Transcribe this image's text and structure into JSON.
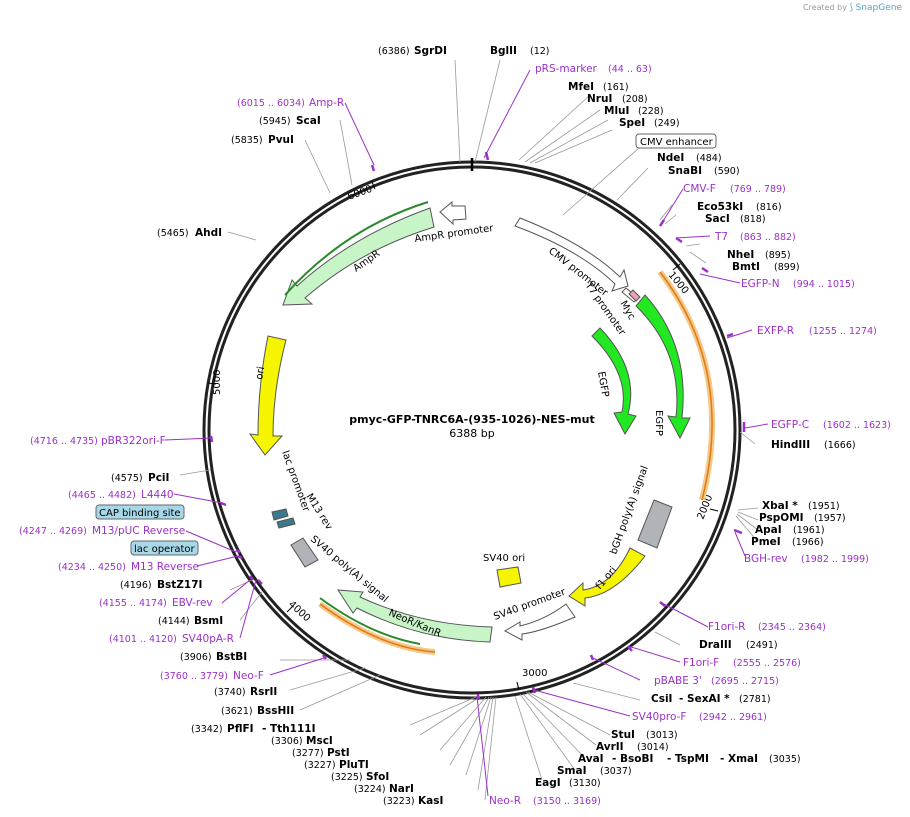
{
  "credit": {
    "prefix": "Created by",
    "brand": "SnapGene"
  },
  "plasmid": {
    "name": "pmyc-GFP-TNRC6A-(935-1026)-NES-mut",
    "size_label": "6388 bp"
  },
  "ticks": [
    "1000",
    "2000",
    "3000",
    "4000",
    "5000",
    "6000"
  ],
  "sites": [
    {
      "name": "SgrDI",
      "pos": "(6386)"
    },
    {
      "name": "BglII",
      "pos": "(12)"
    },
    {
      "name": "MfeI",
      "pos": "(161)"
    },
    {
      "name": "NruI",
      "pos": "(208)"
    },
    {
      "name": "MluI",
      "pos": "(228)"
    },
    {
      "name": "SpeI",
      "pos": "(249)"
    },
    {
      "name": "NdeI",
      "pos": "(484)"
    },
    {
      "name": "SnaBI",
      "pos": "(590)"
    },
    {
      "name": "Eco53kI",
      "pos": "(816)"
    },
    {
      "name": "SacI",
      "pos": "(818)"
    },
    {
      "name": "NheI",
      "pos": "(895)"
    },
    {
      "name": "BmtI",
      "pos": "(899)"
    },
    {
      "name": "HindIII",
      "pos": "(1666)"
    },
    {
      "name": "XbaI *",
      "pos": "(1951)"
    },
    {
      "name": "PspOMI",
      "pos": "(1957)"
    },
    {
      "name": "ApaI",
      "pos": "(1961)"
    },
    {
      "name": "PmeI",
      "pos": "(1966)"
    },
    {
      "name": "DraIII",
      "pos": "(2491)"
    },
    {
      "name": "CsiI",
      "pos": ""
    },
    {
      "name": "- SexAI *",
      "pos": "(2781)"
    },
    {
      "name": "StuI",
      "pos": "(3013)"
    },
    {
      "name": "AvrII",
      "pos": "(3014)"
    },
    {
      "name": "AvaI",
      "pos": ""
    },
    {
      "name": "- BsoBI",
      "pos": ""
    },
    {
      "name": "- TspMI",
      "pos": ""
    },
    {
      "name": "- XmaI",
      "pos": "(3035)"
    },
    {
      "name": "SmaI",
      "pos": "(3037)"
    },
    {
      "name": "EagI",
      "pos": "(3130)"
    },
    {
      "name": "KasI",
      "pos": "(3223)"
    },
    {
      "name": "NarI",
      "pos": "(3224)"
    },
    {
      "name": "SfoI",
      "pos": "(3225)"
    },
    {
      "name": "PluTI",
      "pos": "(3227)"
    },
    {
      "name": "PstI",
      "pos": "(3277)"
    },
    {
      "name": "MscI",
      "pos": "(3306)"
    },
    {
      "name": "PflFI",
      "pos": "(3342)"
    },
    {
      "name": "- Tth111I",
      "pos": ""
    },
    {
      "name": "BssHII",
      "pos": "(3621)"
    },
    {
      "name": "RsrII",
      "pos": "(3740)"
    },
    {
      "name": "BstBI",
      "pos": "(3906)"
    },
    {
      "name": "BsmI",
      "pos": "(4144)"
    },
    {
      "name": "BstZ17I",
      "pos": "(4196)"
    },
    {
      "name": "PciI",
      "pos": "(4575)"
    },
    {
      "name": "AhdI",
      "pos": "(5465)"
    },
    {
      "name": "PvuI",
      "pos": "(5835)"
    },
    {
      "name": "ScaI",
      "pos": "(5945)"
    }
  ],
  "primers": [
    {
      "name": "pRS-marker",
      "range": "(44 .. 63)"
    },
    {
      "name": "CMV-F",
      "range": "(769 .. 789)"
    },
    {
      "name": "T7",
      "range": "(863 .. 882)"
    },
    {
      "name": "EGFP-N",
      "range": "(994 .. 1015)"
    },
    {
      "name": "EXFP-R",
      "range": "(1255 .. 1274)"
    },
    {
      "name": "EGFP-C",
      "range": "(1602 .. 1623)"
    },
    {
      "name": "BGH-rev",
      "range": "(1982 .. 1999)"
    },
    {
      "name": "F1ori-R",
      "range": "(2345 .. 2364)"
    },
    {
      "name": "F1ori-F",
      "range": "(2555 .. 2576)"
    },
    {
      "name": "pBABE 3'",
      "range": "(2695 .. 2715)"
    },
    {
      "name": "SV40pro-F",
      "range": "(2942 .. 2961)"
    },
    {
      "name": "Neo-R",
      "range": "(3150 .. 3169)"
    },
    {
      "name": "Neo-F",
      "range": "(3760 .. 3779)"
    },
    {
      "name": "SV40pA-R",
      "range": "(4101 .. 4120)"
    },
    {
      "name": "EBV-rev",
      "range": "(4155 .. 4174)"
    },
    {
      "name": "M13 Reverse",
      "range": "(4234 .. 4250)"
    },
    {
      "name": "M13/pUC Reverse",
      "range": "(4247 .. 4269)"
    },
    {
      "name": "L4440",
      "range": "(4465 .. 4482)"
    },
    {
      "name": "pBR322ori-F",
      "range": "(4716 .. 4735)"
    },
    {
      "name": "Amp-R",
      "range": "(6015 .. 6034)"
    }
  ],
  "boxed_features": [
    "CMV enhancer",
    "CAP binding site",
    "lac operator"
  ],
  "features": [
    {
      "name": "CMV promoter",
      "color": "#ffffff"
    },
    {
      "name": "T7 promoter",
      "color": "#ffffff"
    },
    {
      "name": "Myc",
      "color": "#e8a0b0"
    },
    {
      "name": "EGFP",
      "color": "#22e822"
    },
    {
      "name": "EGFP",
      "color": "#22e822"
    },
    {
      "name": "bGH poly(A) signal",
      "color": "#b0b4b8"
    },
    {
      "name": "f1 ori",
      "color": "#f5f500"
    },
    {
      "name": "SV40 promoter",
      "color": "#ffffff"
    },
    {
      "name": "SV40 ori",
      "color": "#f5f500"
    },
    {
      "name": "NeoR/KanR",
      "color": "#c8f5c8"
    },
    {
      "name": "SV40 poly(A) signal",
      "color": "#b0b4b8"
    },
    {
      "name": "M13 rev",
      "color": "#3a7a8a"
    },
    {
      "name": "lac promoter",
      "color": "#ffffff"
    },
    {
      "name": "ori",
      "color": "#f5f500"
    },
    {
      "name": "AmpR",
      "color": "#c8f5c8"
    },
    {
      "name": "AmpR promoter",
      "color": "#ffffff"
    }
  ],
  "colors": {
    "primer": "#9b30c8",
    "orf_halo": "#e8a040",
    "orf_line": "#2a8a2a",
    "boxed_blue": "#a8d8e8"
  }
}
